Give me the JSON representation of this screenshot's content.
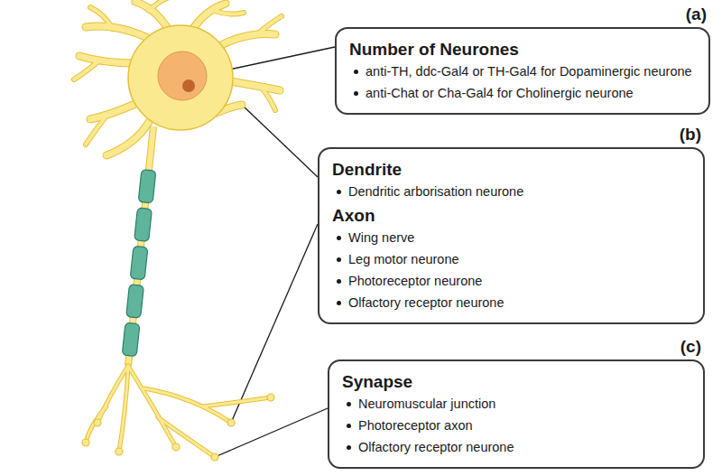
{
  "diagram": {
    "nodes": [
      {
        "text": [
          "(a)",
          "Number of Neurones",
          "anti-TH, ddc-Gal4 or TH-Gal4 for Dopaminergic neurone",
          "anti-Chat or Cha-Gal4 for Cholinergic neurone"
        ]
      },
      {
        "text": [
          "(b)",
          "Dendrite",
          "Dendritic arborisation neurone",
          "Axon",
          "Wing nerve",
          "Leg motor neurone",
          "Photoreceptor neurone",
          "Olfactory receptor neurone"
        ]
      },
      {
        "text": [
          "(c)",
          "Synapse",
          "Neuromuscular junction",
          "Photoreceptor axon",
          "Olfactory receptor neurone"
        ]
      }
    ]
  }
}
